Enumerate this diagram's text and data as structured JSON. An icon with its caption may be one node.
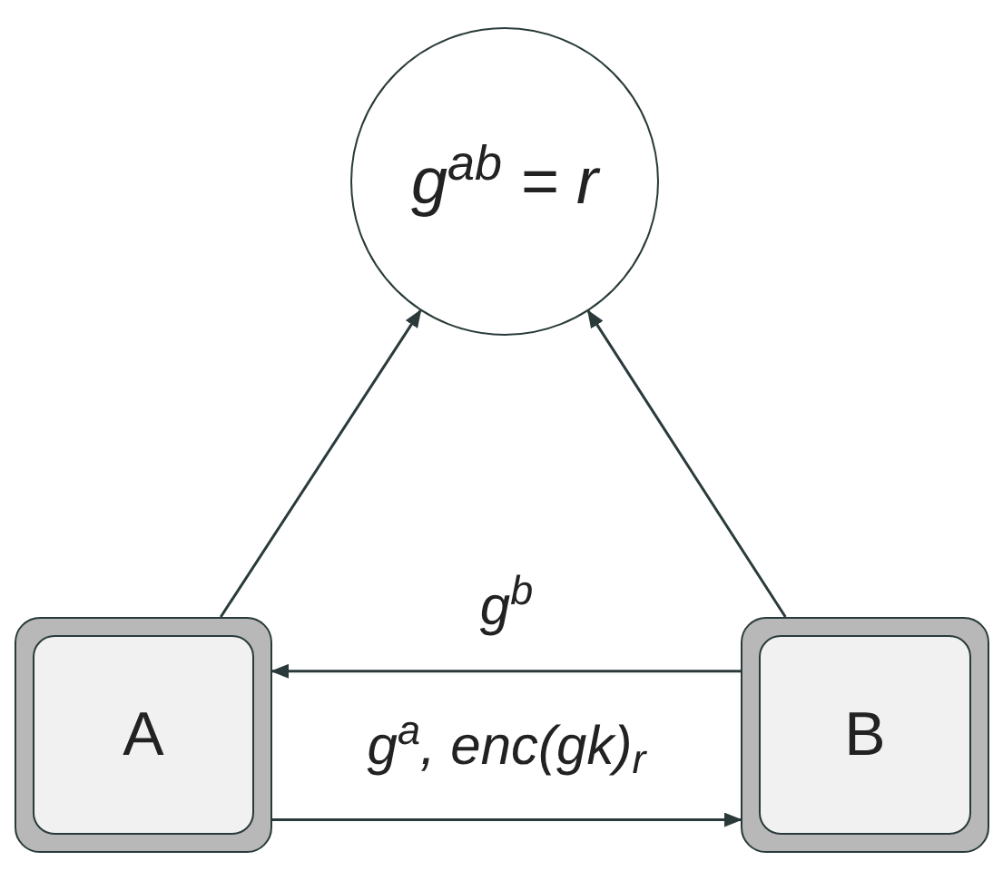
{
  "diagram": {
    "nodes": [
      {
        "text": [
          "g$^{ab}$ = r"
        ]
      },
      {
        "text": [
          "A"
        ]
      },
      {
        "text": [
          "B"
        ]
      }
    ],
    "edges": [
      {
        "from": 1,
        "to": 0,
        "arrow": "to"
      },
      {
        "from": 2,
        "to": 0,
        "arrow": "to"
      },
      {
        "from": 2,
        "to": 1,
        "arrow": "to",
        "label": "g$^{b}$"
      },
      {
        "from": 1,
        "to": 2,
        "arrow": "to",
        "label": "g$^{a}$, enc(gk)$_{r}$"
      }
    ]
  }
}
